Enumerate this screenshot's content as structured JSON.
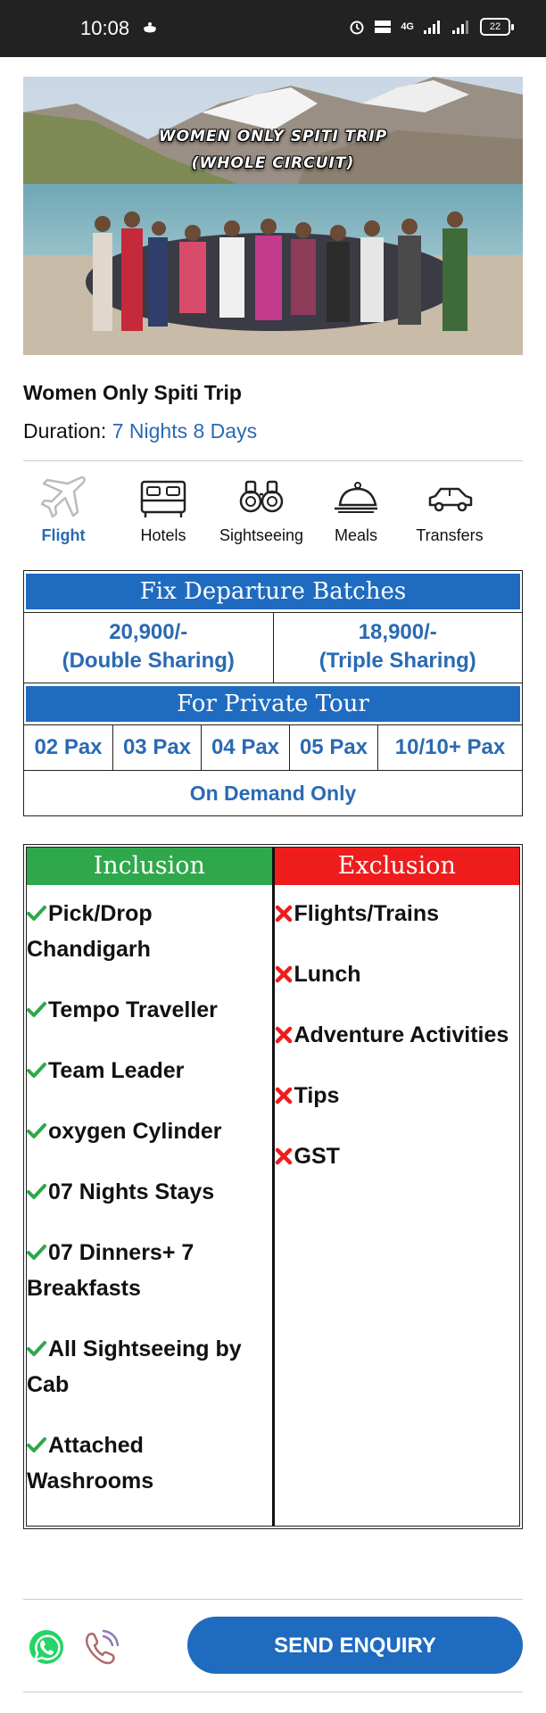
{
  "status_bar": {
    "time": "10:08",
    "network": "4G",
    "battery": "22"
  },
  "hero": {
    "caption_line1": "WOMEN ONLY SPITI TRIP",
    "caption_line2": "(WHOLE CIRCUIT)"
  },
  "trip": {
    "title": "Women Only Spiti Trip",
    "duration_label": "Duration: ",
    "duration_value": "7 Nights 8 Days"
  },
  "features": [
    {
      "label": "Flight",
      "icon": "plane-icon",
      "active": true
    },
    {
      "label": "Hotels",
      "icon": "bed-icon",
      "active": false
    },
    {
      "label": "Sightseeing",
      "icon": "binoculars-icon",
      "active": false
    },
    {
      "label": "Meals",
      "icon": "cloche-icon",
      "active": false
    },
    {
      "label": "Transfers",
      "icon": "car-icon",
      "active": false
    }
  ],
  "pricing": {
    "fixed_heading": "Fix Departure Batches",
    "double_price": "20,900/-",
    "double_label": "(Double Sharing)",
    "triple_price": "18,900/-",
    "triple_label": "(Triple Sharing)",
    "private_heading": "For Private Tour",
    "pax": [
      "02 Pax",
      "03 Pax",
      "04 Pax",
      "05 Pax",
      "10/10+ Pax"
    ],
    "on_demand": "On Demand Only"
  },
  "inclusion": {
    "heading": "Inclusion",
    "items": [
      "Pick/Drop Chandigarh",
      "Tempo Traveller",
      "Team Leader",
      "oxygen Cylinder",
      "07 Nights Stays",
      "07 Dinners+ 7 Breakfasts",
      "All Sightseeing by Cab",
      "Attached Washrooms"
    ]
  },
  "exclusion": {
    "heading": "Exclusion",
    "items": [
      "Flights/Trains",
      "Lunch",
      "Adventure Activities",
      "Tips",
      "GST"
    ]
  },
  "footer": {
    "enquiry_label": "SEND ENQUIRY"
  },
  "colors": {
    "accent_blue": "#1f6bc0",
    "link_blue": "#2a6ab3",
    "inclusion_green": "#2ea84a",
    "exclusion_red": "#ee1c1c",
    "status_bar_bg": "#222222"
  }
}
